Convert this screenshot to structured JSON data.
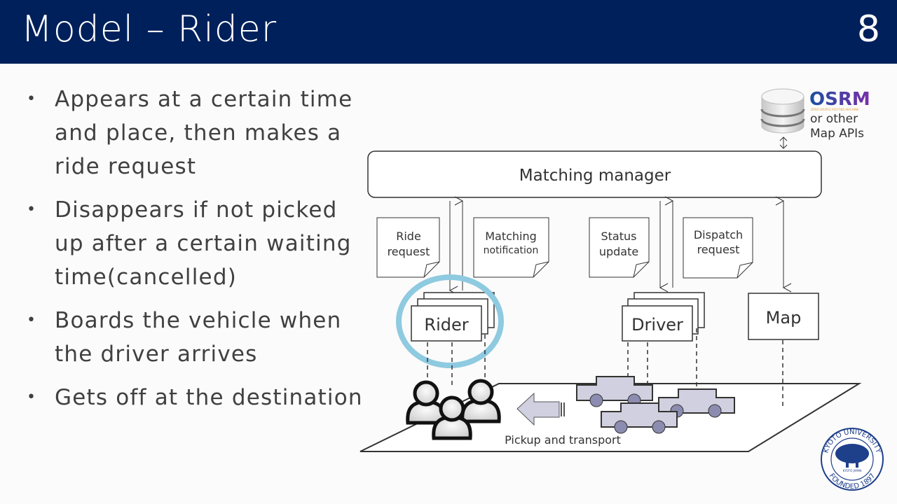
{
  "header": {
    "title": "Model – Rider",
    "slide_number": "8",
    "background_color": "#00205b"
  },
  "bullets": [
    "Appears at a certain time and place, then makes a ride request",
    "Disappears if not picked up after a certain waiting time(cancelled)",
    "Boards the vehicle when the driver arrives",
    "Gets off at the destination"
  ],
  "diagram": {
    "matching_manager": "Matching manager",
    "documents": {
      "ride_request": [
        "Ride",
        "request"
      ],
      "matching_notification": [
        "Matching",
        "notification"
      ],
      "status_update": [
        "Status",
        "update"
      ],
      "dispatch_request": [
        "Dispatch",
        "request"
      ]
    },
    "rider_box": "Rider",
    "driver_box": "Driver",
    "map_box": "Map",
    "map_api": {
      "logo": "OSRM",
      "logo_subtitle": "OPEN SOURCE ROUTING MACHINE",
      "line1": "or other",
      "line2": "Map APIs"
    },
    "pickup_label": "Pickup and transport",
    "highlight_color": "#8ecae0"
  },
  "logo": {
    "top_text": "KYOTO UNIVERSITY",
    "bottom_text": "FOUNDED 1897",
    "center_text": "KYOTO JAPAN"
  }
}
